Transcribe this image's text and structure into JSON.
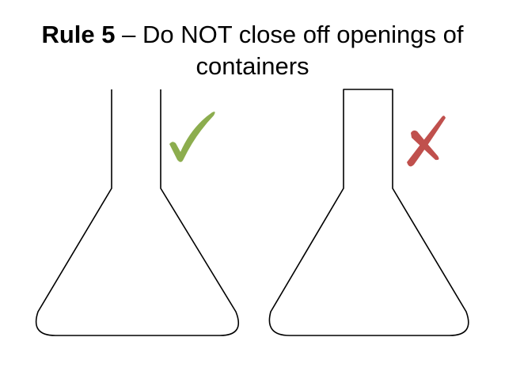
{
  "slide": {
    "title_bold": "Rule 5",
    "title_rest_line1": " – Do NOT close off openings of",
    "title_line2": "containers"
  },
  "figures": [
    {
      "label": "open-flask",
      "mark": "check-icon",
      "mark_color": "#8cad4e"
    },
    {
      "label": "closed-flask",
      "mark": "cross-icon",
      "mark_color": "#c0504d"
    }
  ],
  "colors": {
    "outline": "#000000",
    "background": "#ffffff"
  }
}
